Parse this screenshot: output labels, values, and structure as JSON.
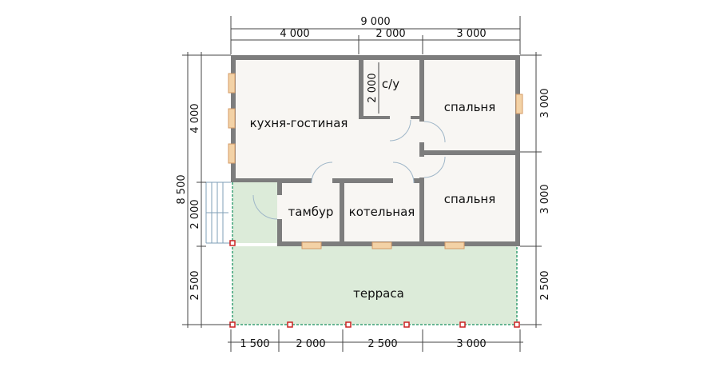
{
  "rooms": {
    "kitchen_living": "кухня-гостиная",
    "bathroom": "с/у",
    "bedroom_top": "спальня",
    "bedroom_bottom": "спальня",
    "vestibule": "тамбур",
    "boiler_room": "котельная",
    "terrace": "терраса"
  },
  "dimensions": {
    "top_total": "9 000",
    "top_segments": [
      "4 000",
      "2 000",
      "3 000"
    ],
    "bottom_segments": [
      "1 500",
      "2 000",
      "2 500",
      "3 000"
    ],
    "left_total": "8 500",
    "left_segments": [
      "4 000",
      "2 000",
      "2 500"
    ],
    "right_segments": [
      "3 000",
      "3 000",
      "2 500"
    ],
    "bathroom_inner": "2 000"
  },
  "colors": {
    "wall": "#7d7d7d",
    "floor": "#f8f6f3",
    "terrace": "#dcebd9",
    "window": "#f3d2a6",
    "post": "#cc2222",
    "railing": "#3aa077"
  }
}
